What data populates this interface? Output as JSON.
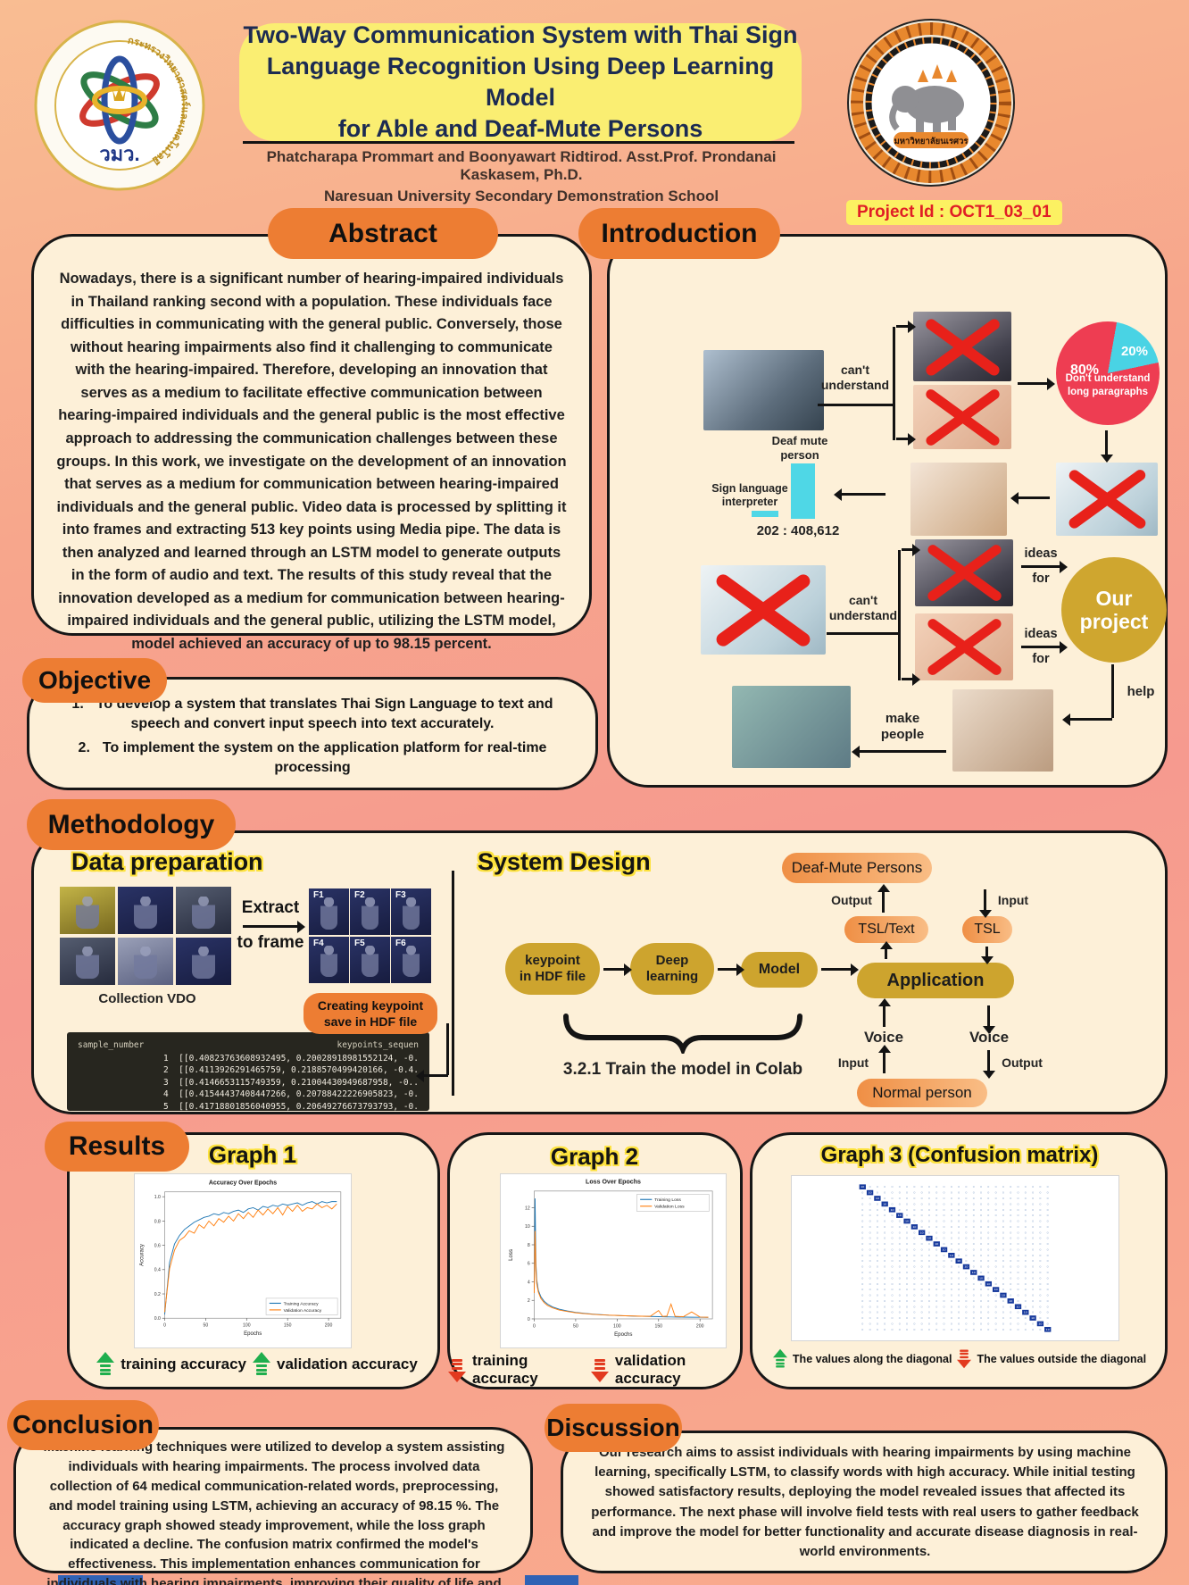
{
  "header": {
    "title": "Two-Way Communication System with Thai Sign\nLanguage Recognition Using Deep Learning Model\nfor Able and Deaf-Mute Persons",
    "authors": "Phatcharapa Prommart and Boonyawart Ridtirod. Asst.Prof. Prondanai Kaskasem, Ph.D.",
    "school": "Naresuan University Secondary Demonstration School",
    "project_id": "Project Id : OCT1_03_01",
    "left_logo_text": "วมว.",
    "left_logo_ring_text": "กระทรวงวิทยาศาสตร์และเทคโนโลยี",
    "right_logo_text": "มหาวิทยาลัยนเรศวร"
  },
  "abstract": {
    "heading": "Abstract",
    "text": "Nowadays, there is a significant number of hearing-impaired individuals in Thailand ranking second with a population. These individuals face difficulties in communicating with the general public. Conversely, those without hearing impairments also find it challenging to communicate with the hearing-impaired. Therefore, developing an innovation that serves as a medium to facilitate effective communication between hearing-impaired individuals and the general public is the most effective approach to addressing the communication challenges between these groups. In this work, we investigate on the development of an innovation that serves as a medium for communication between hearing-impaired individuals and the general public. Video data is processed by splitting it into frames and extracting 513 key points using Media pipe. The data is then analyzed and learned through an LSTM model to generate outputs in the form of audio and text. The results of this study reveal that the innovation developed as a medium for communication between hearing-impaired individuals and the general public, utilizing the LSTM model, model achieved an accuracy of up to  98.15 percent."
  },
  "introduction": {
    "heading": "Introduction",
    "cant_understand": "can't\nunderstand",
    "deaf_mute_person": "Deaf mute\nperson",
    "sign_language_interpreter": "Sign language\ninterpreter",
    "ratio": "202 : 408,612",
    "pie": {
      "big_pct": "80%",
      "small_pct": "20%",
      "caption": "Don't understand\nlong paragraphs",
      "values": [
        80,
        20
      ],
      "colors": [
        "#ee3d52",
        "#49d3e4"
      ]
    },
    "ideas_label": "ideas",
    "for_label": "for",
    "our_project": "Our\nproject",
    "help": "help",
    "make_people": "make\npeople"
  },
  "objective": {
    "heading": "Objective",
    "numbers": [
      "1.",
      "2."
    ],
    "items": [
      "To develop a system that translates Thai Sign Language to text and speech and convert input speech into text accurately.",
      "To implement the system on the  application platform for real-time processing"
    ]
  },
  "methodology": {
    "heading": "Methodology",
    "data_preparation": {
      "heading": "Data preparation",
      "collection_label": "Collection VDO",
      "extract_top": "Extract",
      "extract_bottom": "to frame",
      "frames": [
        "F1",
        "F2",
        "F3",
        "F4",
        "F5",
        "F6"
      ],
      "keypoint_pill": "Creating keypoint\nsave in HDF file",
      "table_header_left": "sample_number",
      "table_header_right": "keypoints_sequen",
      "table_rows": [
        "1  [[0.40823763608932495, 0.20028918981552124, -0.",
        "2  [[0.4113926291465759, 0.2188570499420166, -0.4.",
        "3  [[0.4146653115749359, 0.21004430949687958, -0..",
        "4  [[0.41544437408447266, 0.20788422226905823, -0.",
        "5  [[0.41718801856040955, 0.20649276673793793, -0."
      ]
    },
    "system_design": {
      "heading": "System Design",
      "deaf_pill": "Deaf-Mute Persons",
      "output_label": "Output",
      "input_label": "Input",
      "tsl_text_pill": "TSL/Text",
      "tsl_pill": "TSL",
      "keypoint_node": "keypoint\nin HDF file",
      "deep_node": "Deep\nlearning",
      "model_node": "Model",
      "application_node": "Application",
      "voice_left": "Voice",
      "voice_right": "Voice",
      "input2_label": "Input",
      "output2_label": "Output",
      "normal_pill": "Normal person",
      "train_caption": "3.2.1 Train the model in Colab"
    }
  },
  "results": {
    "heading": "Results",
    "graph1": {
      "heading": "Graph 1",
      "label1": "training accuracy",
      "label2": "validation accuracy"
    },
    "graph2": {
      "heading": "Graph 2",
      "label1": "training accuracy",
      "label2": "validation accuracy"
    },
    "graph3": {
      "heading": "Graph 3 (Confusion matrix)",
      "label1": "The values along the diagonal",
      "label2": "The values outside the diagonal"
    }
  },
  "conclusion": {
    "heading": "Conclusion",
    "text": "Machine learning techniques were utilized to develop a system assisting individuals with hearing impairments. The process involved data collection of 64 medical communication-related words, preprocessing, and model training using LSTM, achieving an accuracy of 98.15 %. The accuracy graph showed steady improvement, while the loss graph indicated a decline. The confusion matrix confirmed the model's effectiveness. This implementation enhances communication for individuals with hearing impairments, improving their quality of life and medical visit convenience."
  },
  "discussion": {
    "heading": "Discussion",
    "text": "Our research aims to assist individuals with hearing impairments by using machine learning, specifically LSTM, to classify words with high accuracy. While initial testing showed satisfactory results, deploying the model revealed issues that affected its performance. The next phase will involve field tests with real users to gather feedback and improve the model for better functionality and accurate disease diagnosis in real-world environments."
  },
  "chart_data": [
    {
      "id": "graph1",
      "type": "line",
      "title": "Accuracy Over Epochs",
      "xlabel": "Epochs",
      "ylabel": "Accuracy",
      "xlim": [
        0,
        215
      ],
      "ylim": [
        0,
        1.04
      ],
      "xticks": [
        0,
        50,
        100,
        150,
        200
      ],
      "yticks": [
        "0.0",
        "0.2",
        "0.4",
        "0.6",
        "0.8",
        "1.0"
      ],
      "legend_pos": "bottom-right",
      "x": [
        0,
        6,
        12,
        18,
        24,
        30,
        36,
        42,
        48,
        54,
        60,
        66,
        72,
        78,
        84,
        90,
        96,
        102,
        108,
        114,
        120,
        126,
        132,
        138,
        144,
        150,
        156,
        162,
        168,
        174,
        180,
        186,
        192,
        198,
        204,
        210
      ],
      "series": [
        {
          "name": "Training Accuracy",
          "color": "#1f77b4",
          "values": [
            0.03,
            0.46,
            0.61,
            0.68,
            0.73,
            0.76,
            0.79,
            0.81,
            0.83,
            0.84,
            0.86,
            0.85,
            0.87,
            0.86,
            0.88,
            0.89,
            0.87,
            0.9,
            0.91,
            0.89,
            0.92,
            0.91,
            0.93,
            0.92,
            0.94,
            0.93,
            0.94,
            0.95,
            0.93,
            0.95,
            0.96,
            0.94,
            0.96,
            0.95,
            0.96,
            0.96
          ]
        },
        {
          "name": "Validation Accuracy",
          "color": "#ff7f0e",
          "values": [
            0.05,
            0.41,
            0.56,
            0.64,
            0.67,
            0.72,
            0.7,
            0.77,
            0.74,
            0.8,
            0.76,
            0.82,
            0.79,
            0.84,
            0.8,
            0.86,
            0.82,
            0.87,
            0.83,
            0.89,
            0.85,
            0.9,
            0.86,
            0.91,
            0.85,
            0.92,
            0.88,
            0.93,
            0.88,
            0.91,
            0.9,
            0.94,
            0.91,
            0.93,
            0.9,
            0.94
          ]
        }
      ]
    },
    {
      "id": "graph2",
      "type": "line",
      "title": "Loss Over Epochs",
      "xlabel": "Epochs",
      "ylabel": "Loss",
      "xlim": [
        0,
        215
      ],
      "ylim": [
        0,
        13.8
      ],
      "xticks": [
        0,
        50,
        100,
        150,
        200
      ],
      "yticks": [
        "0",
        "2",
        "4",
        "6",
        "8",
        "10",
        "12"
      ],
      "legend_pos": "top-right",
      "x": [
        0,
        1,
        2,
        3,
        5,
        8,
        12,
        16,
        22,
        30,
        40,
        50,
        60,
        70,
        80,
        90,
        100,
        110,
        120,
        130,
        140,
        150,
        155,
        160,
        165,
        170,
        180,
        190,
        200,
        210
      ],
      "series": [
        {
          "name": "Training Loss",
          "color": "#1f77b4",
          "values": [
            3.2,
            13.0,
            6.0,
            4.2,
            3.1,
            2.4,
            1.9,
            1.6,
            1.3,
            1.05,
            0.85,
            0.7,
            0.6,
            0.52,
            0.46,
            0.4,
            0.36,
            0.33,
            0.3,
            0.28,
            0.26,
            0.24,
            0.23,
            0.22,
            0.21,
            0.2,
            0.19,
            0.18,
            0.17,
            0.16
          ]
        },
        {
          "name": "Validation Loss",
          "color": "#ff7f0e",
          "values": [
            2.8,
            9.5,
            5.2,
            3.8,
            2.9,
            2.2,
            1.75,
            1.45,
            1.2,
            0.95,
            0.8,
            0.66,
            0.57,
            0.5,
            0.44,
            0.4,
            0.37,
            0.34,
            0.31,
            0.29,
            0.27,
            0.9,
            0.26,
            0.3,
            1.6,
            0.27,
            0.24,
            0.75,
            0.2,
            0.18
          ]
        }
      ]
    },
    {
      "id": "graph3",
      "type": "heatmap",
      "title": "Confusion matrix",
      "size": 26,
      "diagonal_value": 10,
      "off_diagonal_value": 0,
      "diagonal_color": "#16399c",
      "cell_text_color": "#8ea9cf"
    }
  ]
}
